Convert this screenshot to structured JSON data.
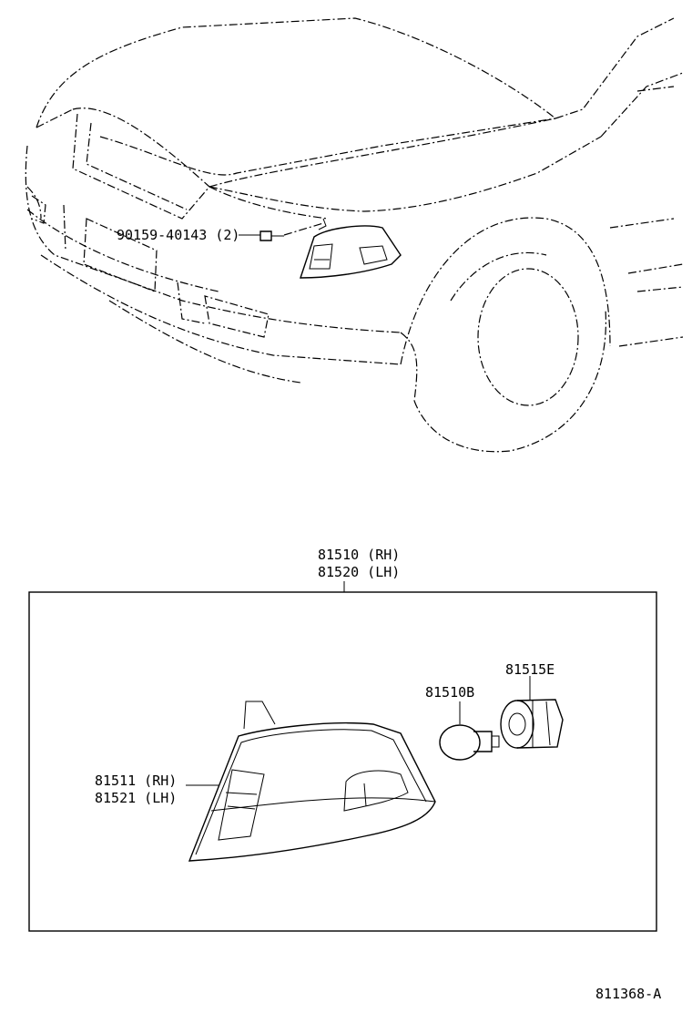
{
  "labels": {
    "bolt": "90159-40143 (2)",
    "assembly_rh": "81510 (RH)",
    "assembly_lh": "81520 (LH)",
    "socket": "81515E",
    "bulb": "81510B",
    "lens_rh": "81511 (RH)",
    "lens_lh": "81521 (LH)",
    "figure_id": "811368-A"
  }
}
